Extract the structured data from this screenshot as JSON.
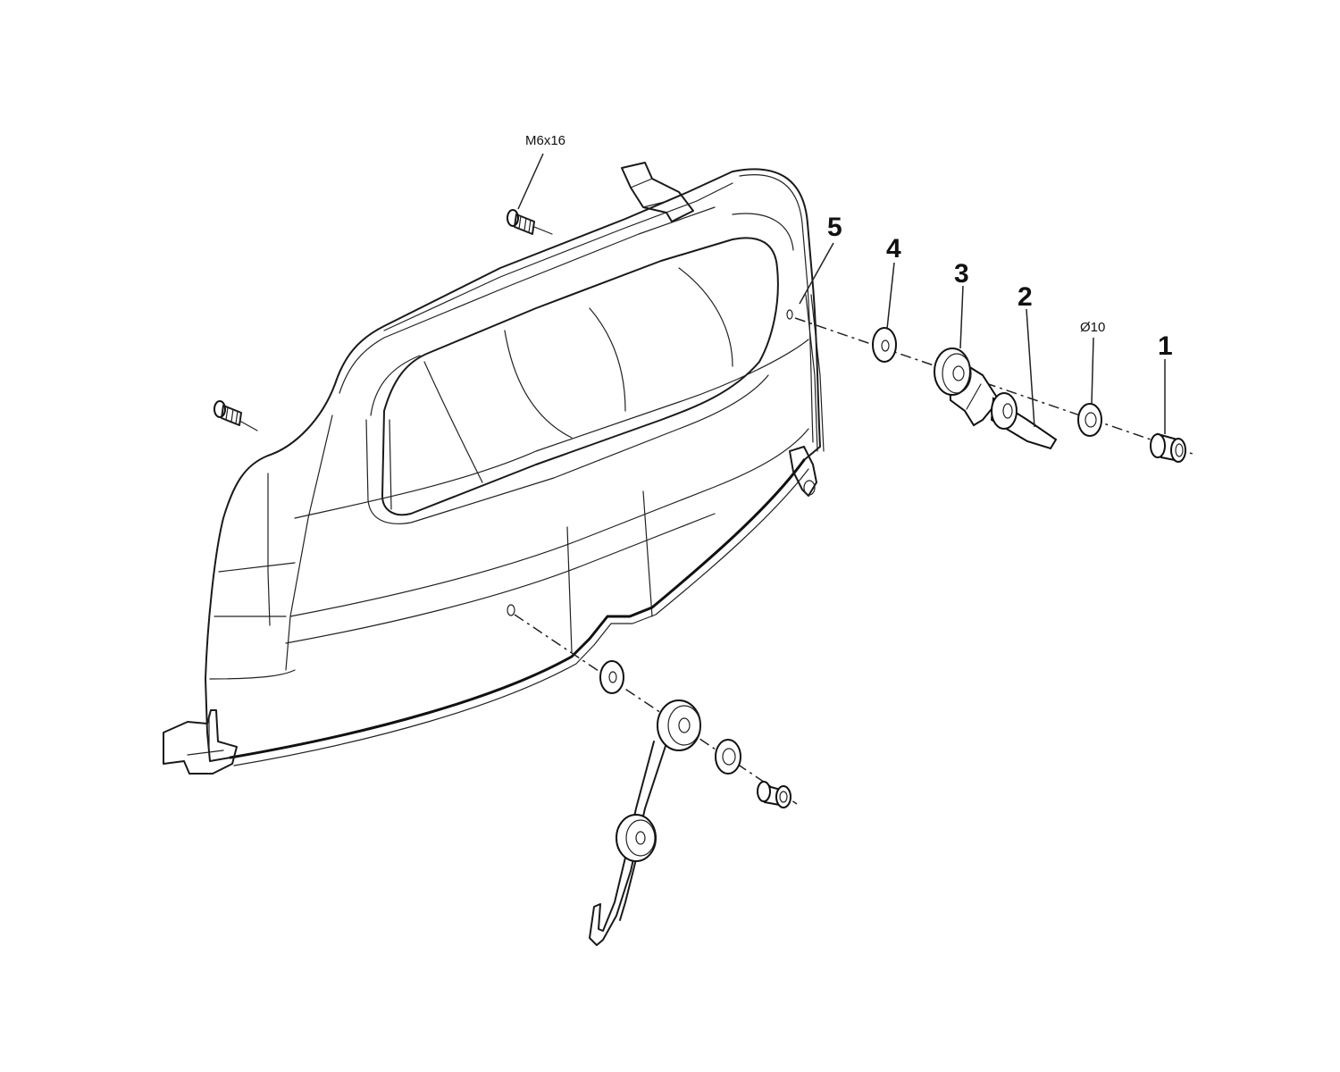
{
  "callouts": {
    "one": "1",
    "two": "2",
    "three": "3",
    "four": "4",
    "five": "5"
  },
  "specs": {
    "screw": "M6x16",
    "washer_diameter": "Ø10"
  }
}
